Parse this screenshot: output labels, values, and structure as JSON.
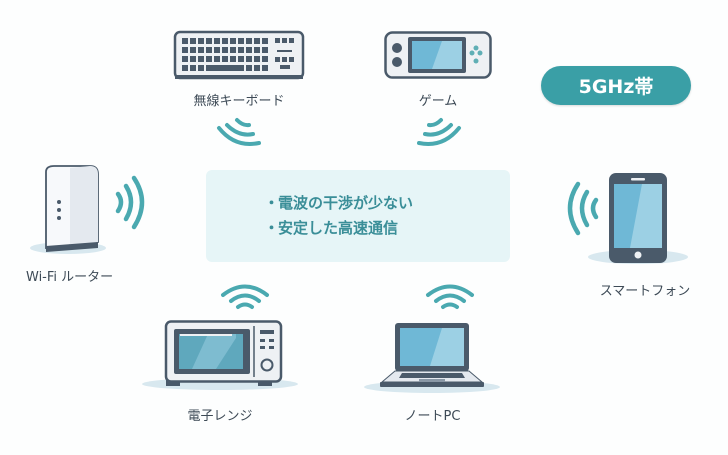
{
  "badge": {
    "label": "5GHz帯",
    "color": "#3a9fa6"
  },
  "info_box": {
    "bullets": [
      "電波の干渉が少ない",
      "安定した高速通信"
    ],
    "bullet_glyph": "・",
    "background": "#e6f5f7",
    "text_color": "#3a8e98"
  },
  "devices": {
    "keyboard": {
      "label": "無線キーボード",
      "icon": "keyboard-icon"
    },
    "game": {
      "label": "ゲーム",
      "icon": "handheld-game-icon"
    },
    "router": {
      "label": "Wi-Fi ルーター",
      "icon": "router-icon"
    },
    "smartphone": {
      "label": "スマートフォン",
      "icon": "smartphone-icon"
    },
    "microwave": {
      "label": "電子レンジ",
      "icon": "microwave-icon"
    },
    "laptop": {
      "label": "ノートPC",
      "icon": "laptop-icon"
    }
  },
  "colors": {
    "wave": "#4aa9b0",
    "device_dark": "#4a5a6a",
    "screen": "#6fb8d6",
    "shadow": "#d8e8ef"
  }
}
